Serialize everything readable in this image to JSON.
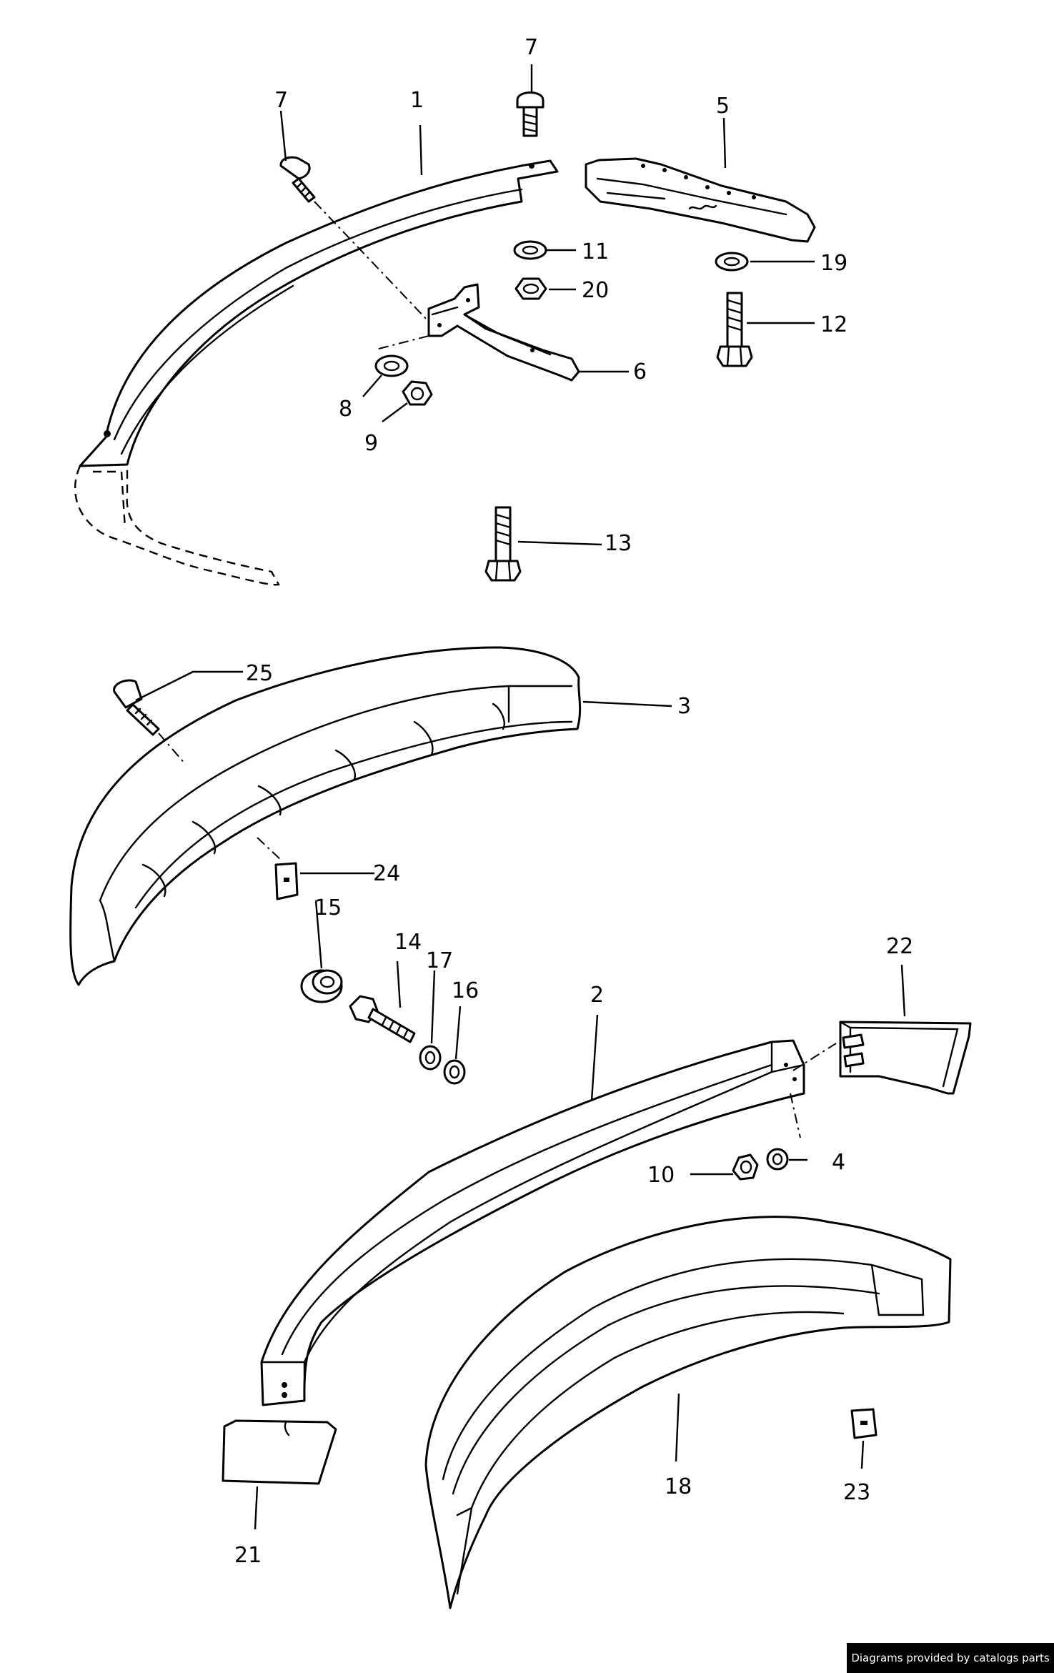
{
  "callouts": {
    "c1": "1",
    "c2": "2",
    "c3": "3",
    "c4": "4",
    "c5": "5",
    "c6": "6",
    "c7a": "7",
    "c7b": "7",
    "c8": "8",
    "c9": "9",
    "c10": "10",
    "c11": "11",
    "c12": "12",
    "c13": "13",
    "c14": "14",
    "c15": "15",
    "c16": "16",
    "c17": "17",
    "c18": "18",
    "c19": "19",
    "c20": "20",
    "c21": "21",
    "c22": "22",
    "c23": "23",
    "c24": "24",
    "c25": "25"
  },
  "footer": {
    "credit": "Diagrams provided by catalogs parts"
  }
}
